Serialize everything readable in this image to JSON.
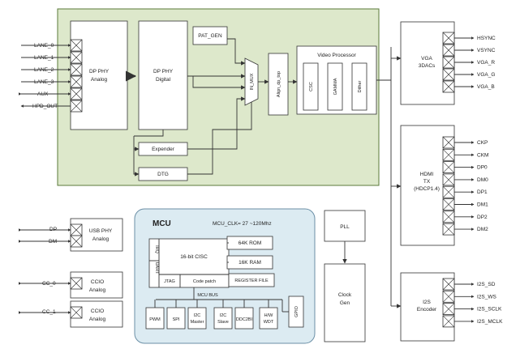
{
  "left_pins": {
    "dp_phy": [
      "LANE_0",
      "LANE_1",
      "LANE_2",
      "LANE_3",
      "AUX",
      "HPD_OUT"
    ],
    "usb": [
      "DP",
      "DM"
    ],
    "ccio1": "CC_0",
    "ccio2": "CC_1"
  },
  "blocks": {
    "dp_phy_analog": [
      "DP PHY",
      "Analog"
    ],
    "dp_phy_digital": [
      "DP PHY",
      "Digital"
    ],
    "pat_gen": "PAT_GEN",
    "in_mux": "IN_MUX",
    "align": "Align_dp_top",
    "video_processor": "Video Processor",
    "csc": "CSC",
    "gamma": "GAMMA",
    "dither": "Dither",
    "expender": "Expender",
    "dtg": "DTG",
    "usb_phy": [
      "USB PHY",
      "Analog"
    ],
    "ccio": [
      "CCIO",
      "Analog"
    ],
    "pll": "PLL",
    "clock_gen": [
      "Clock",
      "Gen"
    ]
  },
  "mcu": {
    "title": "MCU",
    "clk": "MCU_CLK= 27 ~120Mhz",
    "irq": "IRQ",
    "uart": "UART",
    "cisc": "16-bit CISC",
    "jtag": "JTAG",
    "code_patch": "Code patch",
    "rom": "64K ROM",
    "ram": "16K RAM",
    "regfile": "REGISTER FILE",
    "bus": "MCU BUS",
    "gpio": "GPIO",
    "peripherals": [
      [
        "PWM"
      ],
      [
        "SPI"
      ],
      [
        "I2C",
        "Master"
      ],
      [
        "I2C",
        "Slave"
      ],
      [
        "DDC2BI"
      ],
      [
        "H/W",
        "WDT"
      ]
    ]
  },
  "outputs": {
    "vga": {
      "title": [
        "VGA",
        "3DACs"
      ],
      "pins": [
        "HSYNC",
        "VSYNC",
        "VGA_R",
        "VGA_G",
        "VGA_B"
      ]
    },
    "hdmi": {
      "title": [
        "HDMI",
        "TX",
        "(HDCP1.4)"
      ],
      "pins": [
        "CKP",
        "CKM",
        "DP0",
        "DM0",
        "DP1",
        "DM1",
        "DP2",
        "DM2"
      ]
    },
    "i2s": {
      "title": [
        "I2S",
        "Encoder"
      ],
      "pins": [
        "I2S_SD",
        "I2S_WS",
        "I2S_SCLK",
        "I2S_MCLK"
      ]
    }
  },
  "colors": {
    "main_fill": "#dde8cb",
    "main_stroke": "#5a7a3a",
    "mcu_fill": "#dcebf2",
    "mcu_stroke": "#6b8fa6",
    "line": "#333333"
  }
}
